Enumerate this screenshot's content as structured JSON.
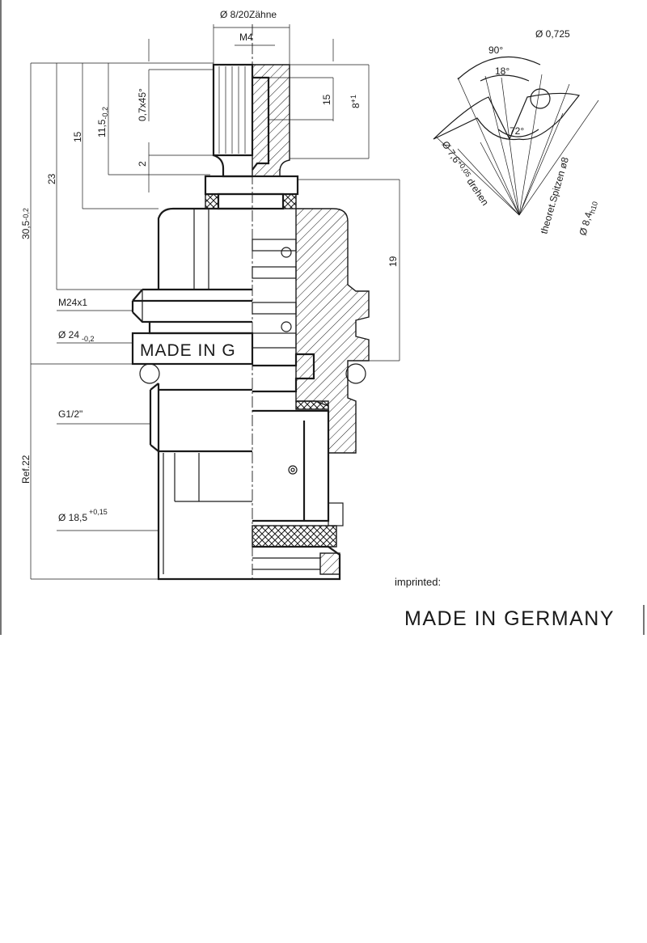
{
  "drawing": {
    "top_label": "Ø 8/20Zähne",
    "thread_top": "M4",
    "dim_15_left": "15",
    "dim_23": "23",
    "dim_30_5": "30,5",
    "dim_30_5_tol": "-0,2",
    "dim_11_5": "11,5",
    "dim_11_5_tol": "-0,2",
    "chamfer": "0,7x45°",
    "dim_2": "2",
    "dim_15_right": "15",
    "dim_8": "8",
    "dim_8_tol": "+1",
    "dim_19": "19",
    "thread_body": "M24x1",
    "dia_24": "Ø 24",
    "dia_24_tol": "-0,2",
    "stamp_partial": "MADE IN G",
    "thread_g": "G1/2\"",
    "ref_22": "Ref.22",
    "dia_18_5": "Ø 18,5",
    "dia_18_5_tol": "+0,15",
    "note_label": "imprinted:",
    "note_text": "MADE IN GERMANY"
  },
  "spline_detail": {
    "angle_90": "90°",
    "angle_18": "18°",
    "angle_72": "72°",
    "dia_0725": "Ø 0,725",
    "dia_7_6": "Ø 7,6",
    "dia_7_6_tol": "+0,05",
    "dia_7_6_suffix": "drehen",
    "theor_tips": "theoret.Spitzen ø8",
    "dia_8_4": "Ø 8,4",
    "dia_8_4_tol": "h10"
  }
}
